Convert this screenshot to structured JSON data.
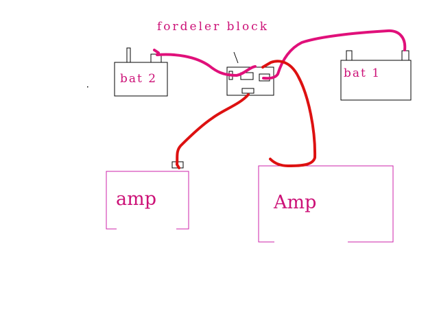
{
  "title": "fordeler block",
  "battery_2": {
    "label": "bat 2"
  },
  "battery_1": {
    "label": "bat 1"
  },
  "amp_small": {
    "label": "amp"
  },
  "amp_large": {
    "label": "Amp"
  },
  "colors": {
    "background": "#ffffff",
    "outline": "#000000",
    "label": "#cc1177",
    "amp_outline": "#cc22aa",
    "positive_wire": "#e0107a",
    "power_wire": "#dd1111"
  }
}
